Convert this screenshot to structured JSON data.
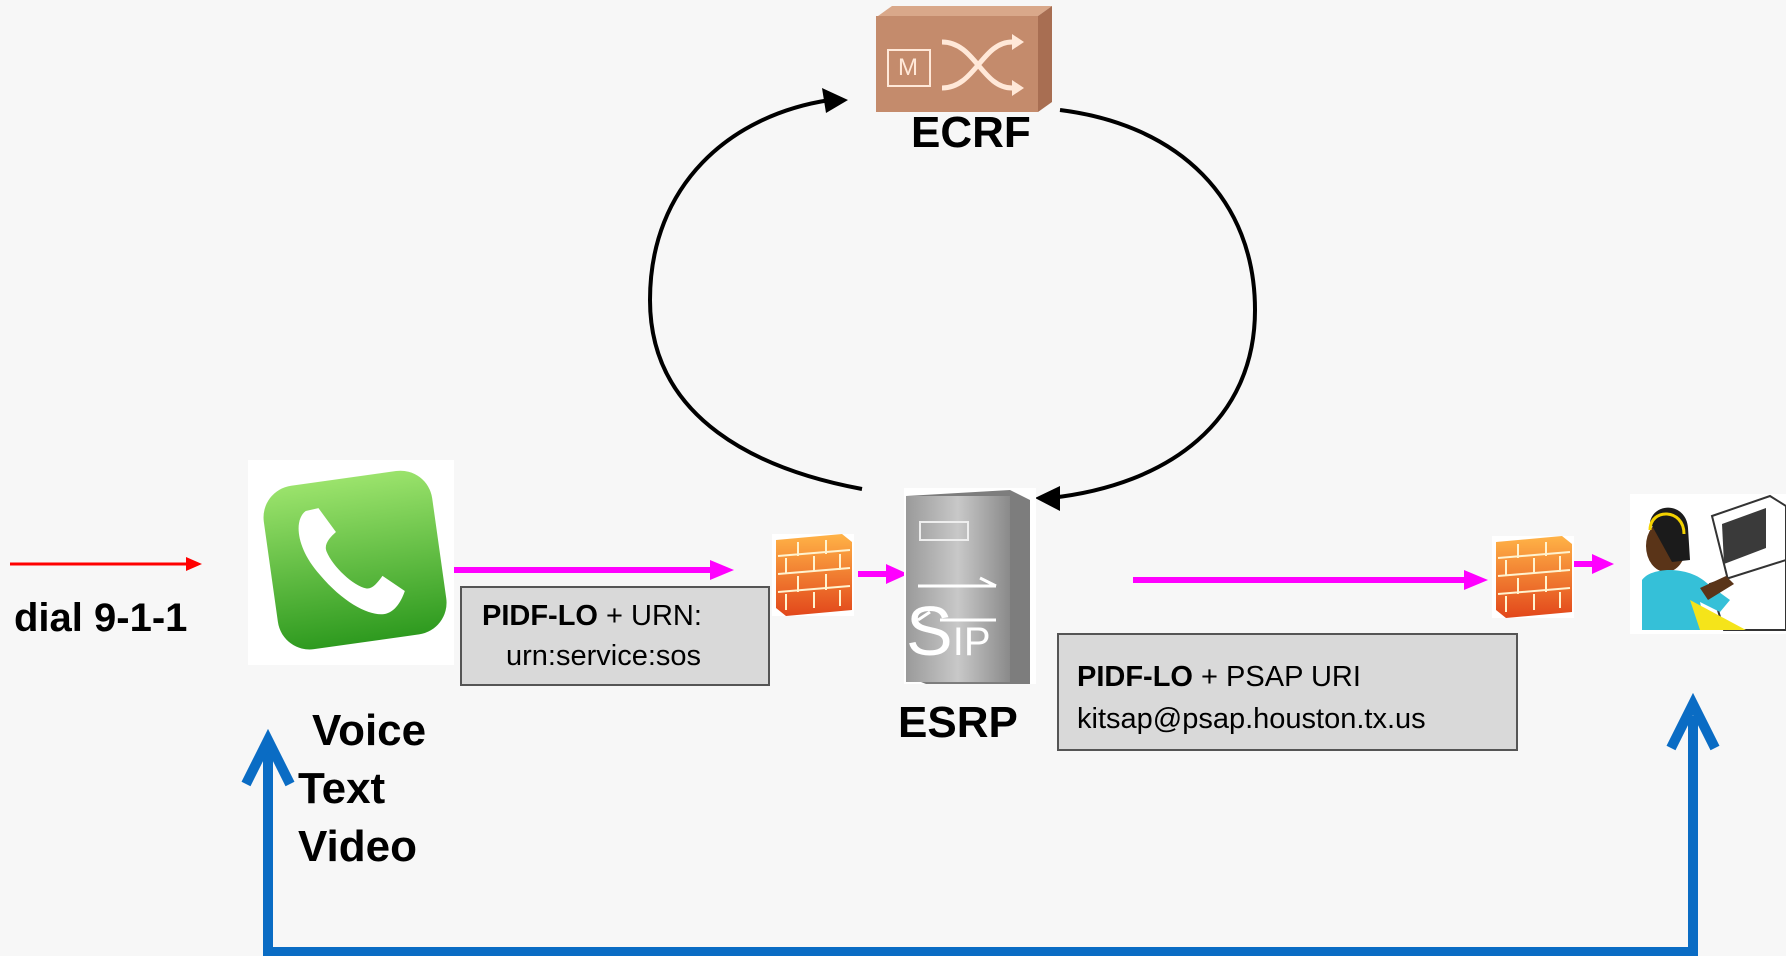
{
  "caller": {
    "dial_text": "dial 9-1-1",
    "media": [
      "Voice",
      "Text",
      "Video"
    ]
  },
  "ecrf": {
    "label": "ECRF"
  },
  "esrp": {
    "label": "ESRP",
    "server_text": "SIP"
  },
  "urn_box": {
    "line1_bold": "PIDF-LO",
    "line1_rest": " + URN:",
    "line2": "urn:service:sos"
  },
  "psap_box": {
    "line1_bold": "PIDF-LO",
    "line1_rest": " + PSAP URI",
    "line2": "kitsap@psap.houston.tx.us"
  },
  "ecrf_device": {
    "letter": "M"
  },
  "colors": {
    "red_arrow": "#ff0000",
    "magenta_arrow": "#ff00ff",
    "blue_arrow": "#0a6cc4",
    "loop_arrow": "#000000",
    "box_fill": "#d9d9d9"
  }
}
